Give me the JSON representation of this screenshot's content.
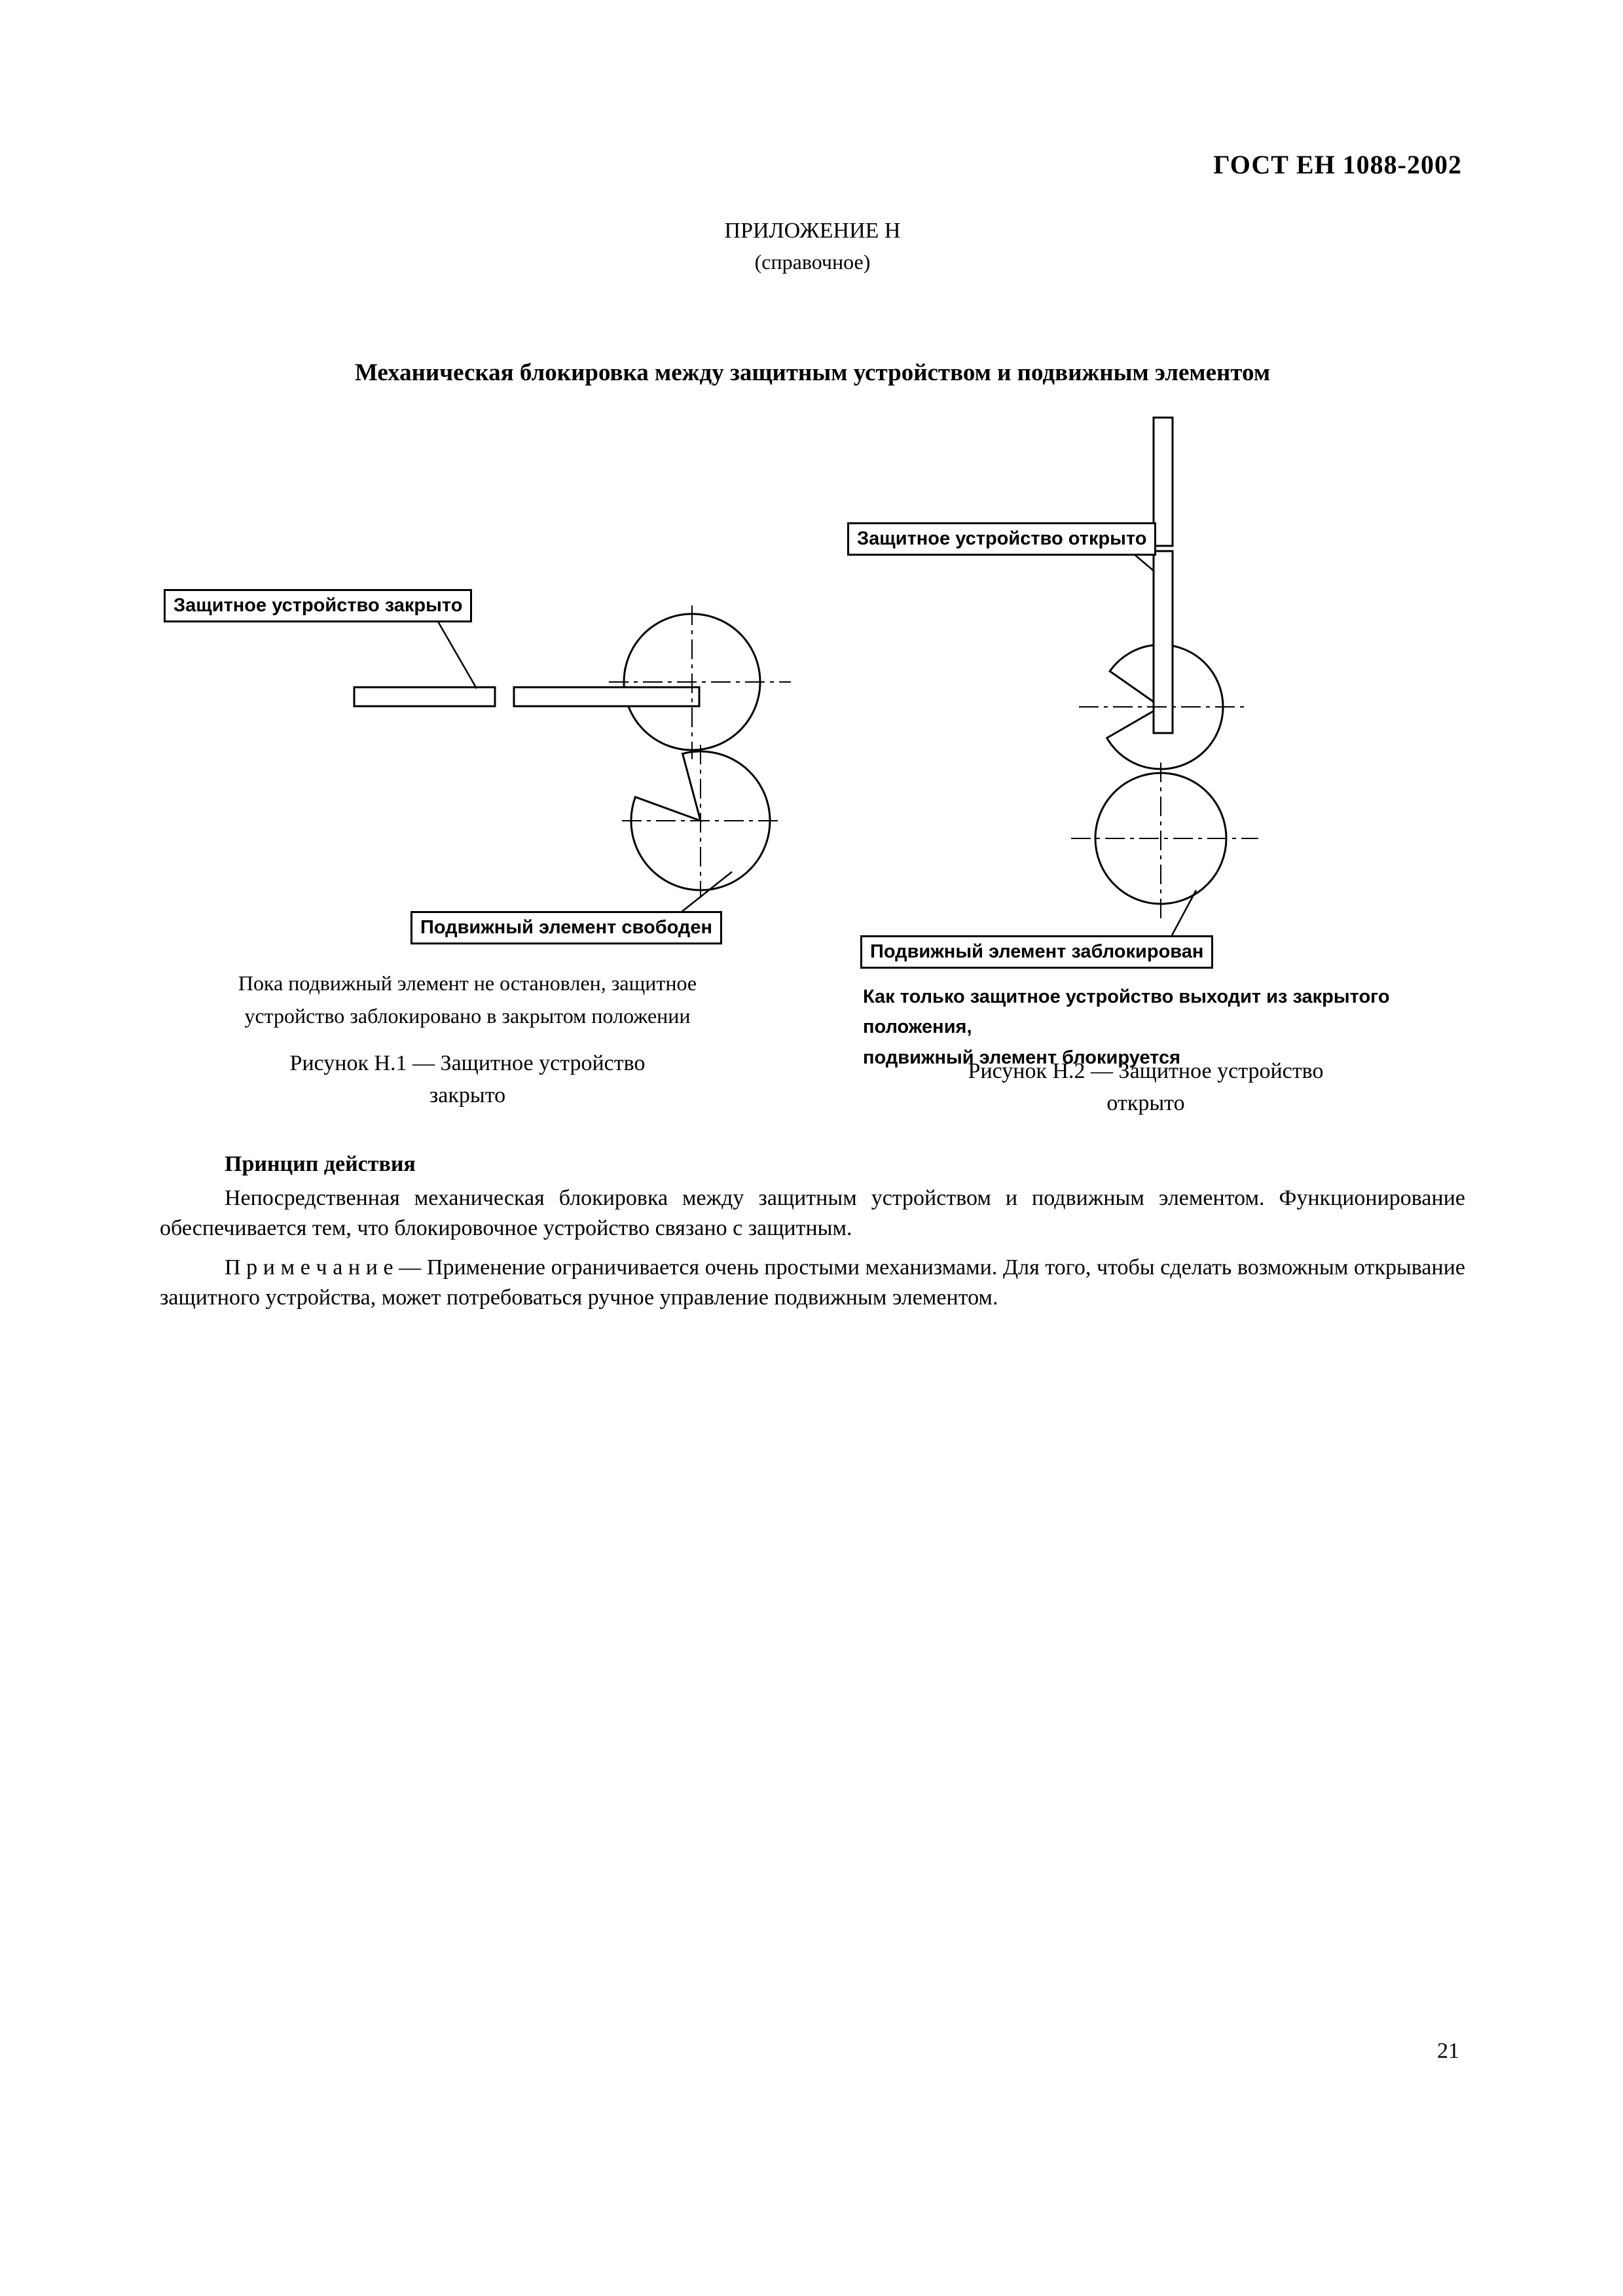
{
  "page": {
    "header": "ГОСТ ЕН 1088-2002",
    "appendix_label": "ПРИЛОЖЕНИЕ Н",
    "appendix_note": "(справочное)",
    "title": "Механическая блокировка между защитным устройством и подвижным элементом",
    "page_number": "21"
  },
  "figure1": {
    "callout_guard": "Защитное устройство закрыто",
    "callout_element": "Подвижный элемент свободен",
    "description_line1": "Пока подвижный элемент не остановлен, защитное",
    "description_line2": "устройство заблокировано в закрытом положении",
    "caption_line1": "Рисунок Н.1 — Защитное устройство",
    "caption_line2": "закрыто"
  },
  "figure2": {
    "callout_guard": "Защитное устройство открыто",
    "callout_element": "Подвижный элемент заблокирован",
    "description_line1": "Как только защитное устройство выходит из закрытого положения,",
    "description_line2": "подвижный элемент блокируется",
    "caption_line1": "Рисунок Н.2 — Защитное устройство",
    "caption_line2": "открыто"
  },
  "body": {
    "principle_heading": "Принцип действия",
    "paragraph": "Непосредственная механическая блокировка между защитным устройством и подвижным элементом. Функционирование обеспечивается тем, что блокировочное устройство связано с защитным.",
    "note": "П р и м е ч а н и е — Применение ограничивается очень простыми механизмами. Для того, чтобы сделать возможным открывание защитного устройства, может потребоваться ручное управление подвижным элементом."
  }
}
